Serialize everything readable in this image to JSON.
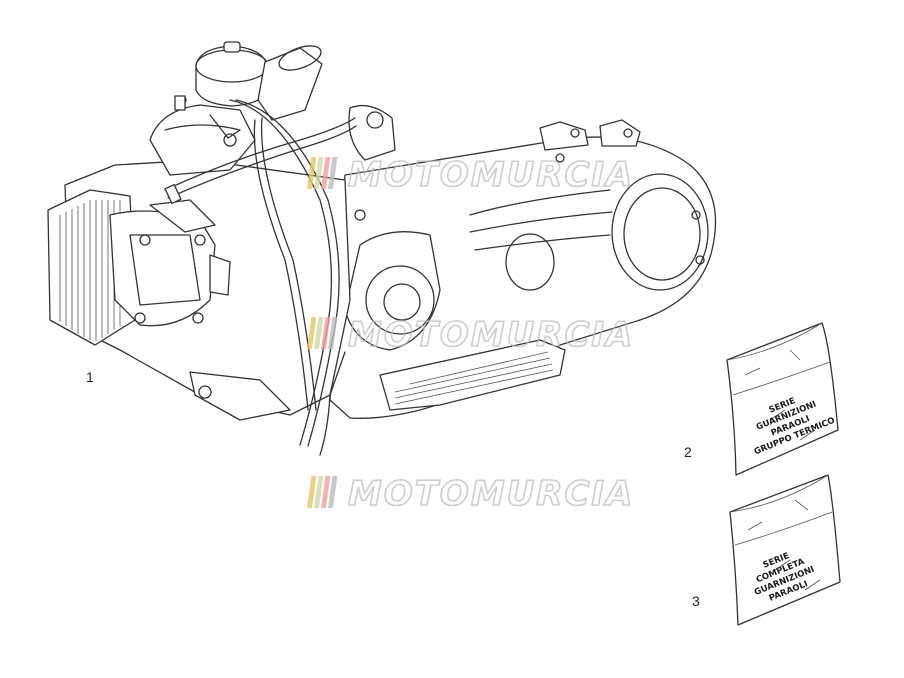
{
  "callouts": {
    "engine": "1",
    "seal_kit_cylinder": "2",
    "seal_kit_complete": "3"
  },
  "bags": {
    "bag2_lines": [
      "SERIE",
      "GUARNIZIONI",
      "PARAOLI",
      "GRUPPO TERMICO"
    ],
    "bag3_lines": [
      "SERIE",
      "COMPLETA",
      "GUARNIZIONI",
      "PARAOLI"
    ]
  },
  "watermark": {
    "text": "MOTOMURCIA",
    "stripe_colors": [
      "#e9c46a",
      "#cfd9a8",
      "#f1a0a0",
      "#bbbbbb"
    ]
  },
  "colors": {
    "line": "#333333",
    "background": "#ffffff"
  }
}
